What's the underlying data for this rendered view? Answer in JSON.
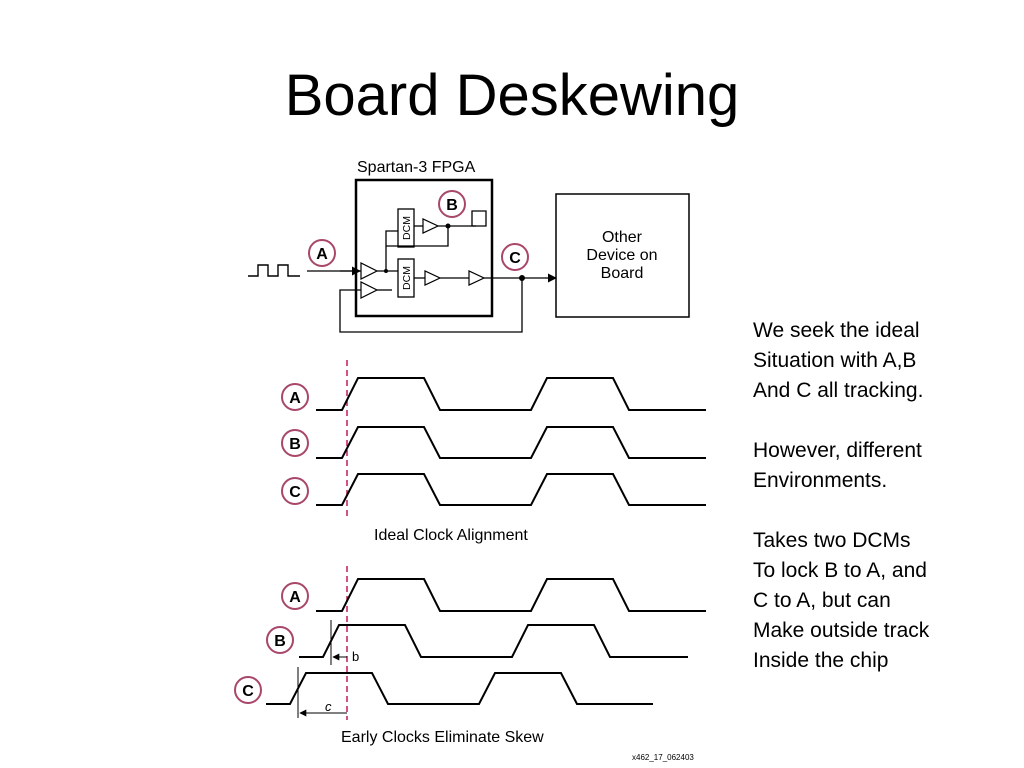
{
  "slide": {
    "title": "Board Deskewing"
  },
  "diagram": {
    "fpga_label": "Spartan-3 FPGA",
    "dcm_label": "DCM",
    "other_device_lines": [
      "Other",
      "Device on",
      "Board"
    ],
    "markers": {
      "a": "A",
      "b": "B",
      "c": "C"
    },
    "ideal_caption": "Ideal Clock Alignment",
    "early_caption": "Early Clocks Eliminate Skew",
    "skew_label_b": "b",
    "skew_label_c": "c",
    "figure_id": "x462_17_062403"
  },
  "notes": {
    "paragraphs": [
      [
        "We seek the ideal",
        "Situation with A,B",
        "And C all tracking."
      ],
      [
        "However, different",
        "Environments."
      ],
      [
        "Takes two DCMs",
        "To lock B to A, and",
        "C to A, but can",
        "Make outside track",
        "Inside the chip"
      ]
    ]
  },
  "colors": {
    "marker_ring": "#a8476a",
    "dashed_line": "#c2185b",
    "ink": "#000000"
  }
}
